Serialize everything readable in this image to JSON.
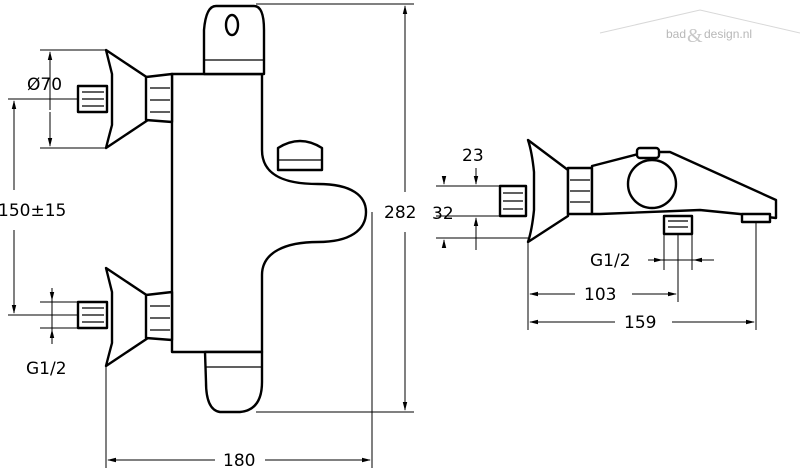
{
  "watermark": {
    "text_left": "bad",
    "ampersand": "&",
    "text_right": "design.nl"
  },
  "front_view": {
    "diameter_label": "Ø70",
    "center_distance_label": "150±15",
    "thread_label": "G1/2",
    "width_label": "180",
    "height_label": "282"
  },
  "side_view": {
    "offset_label": "23",
    "body_label": "32",
    "thread_label": "G1/2",
    "spout_distance_label": "103",
    "depth_label": "159"
  }
}
